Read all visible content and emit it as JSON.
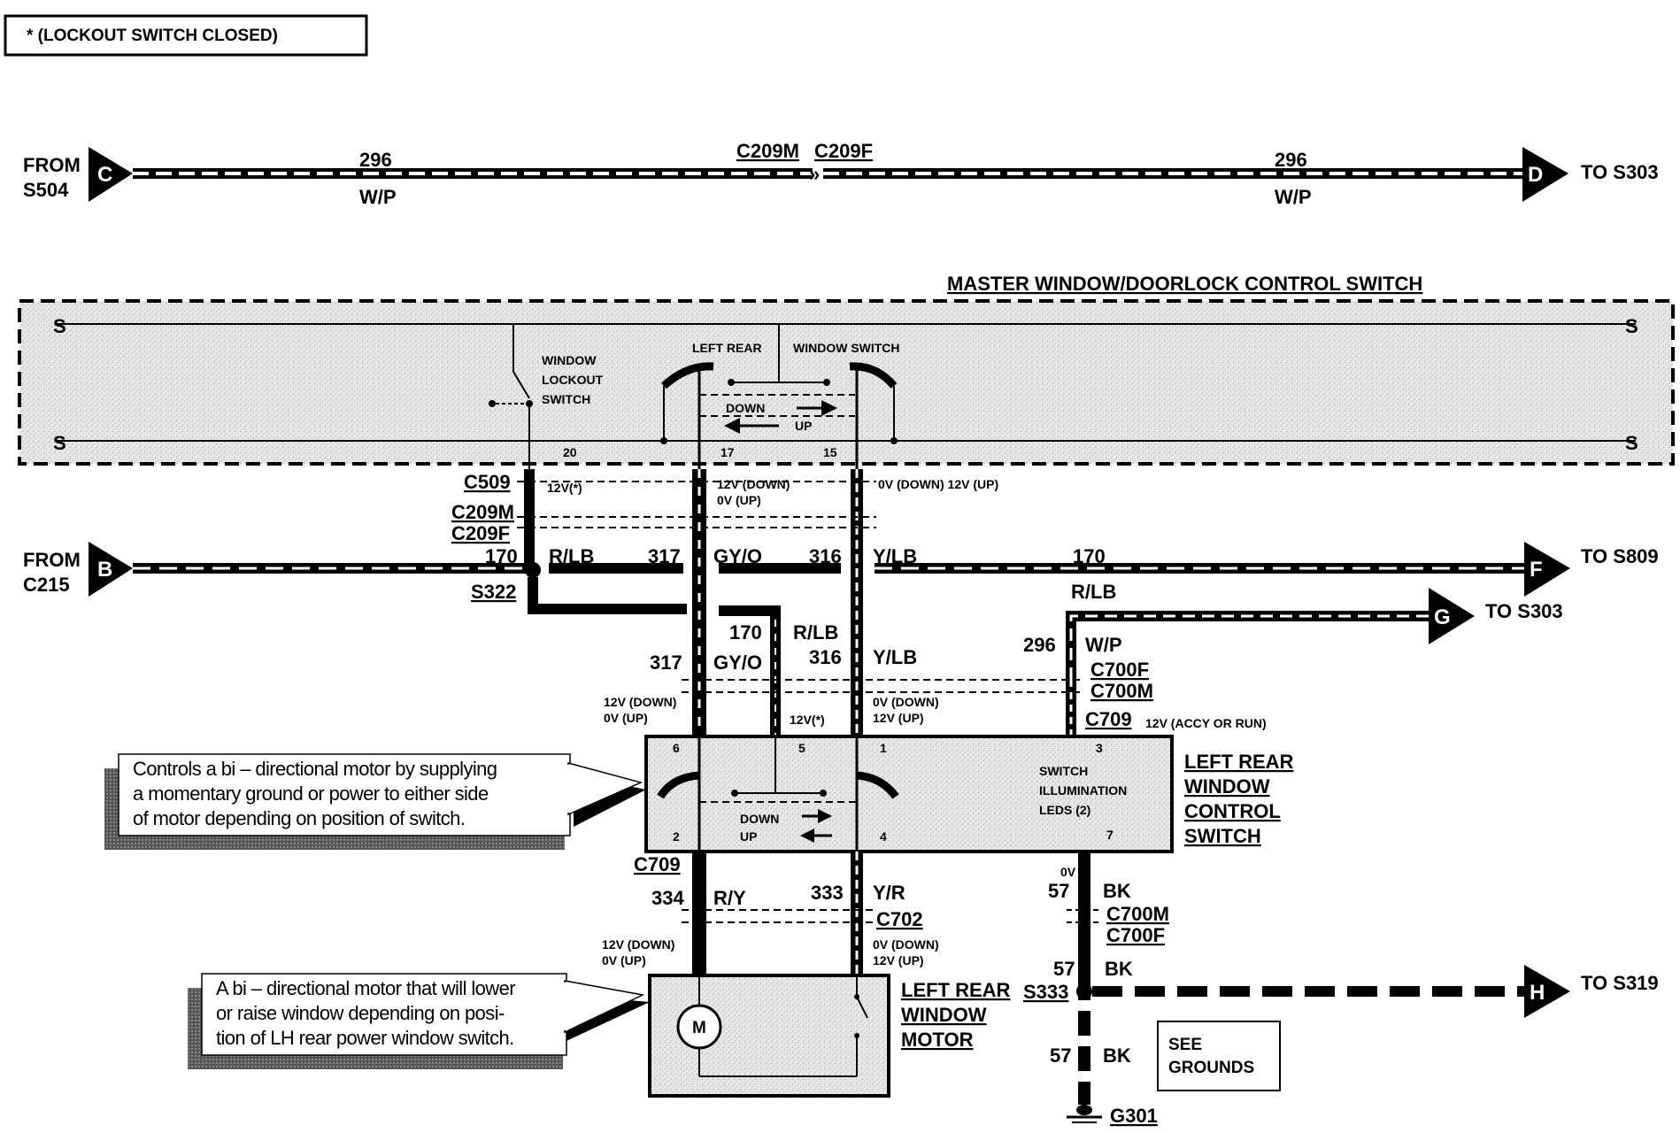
{
  "header_note": "*  (LOCKOUT SWITCH CLOSED)",
  "top_line": {
    "from_letter": "C",
    "from_line1": "FROM",
    "from_line2": "S504",
    "to_letter": "D",
    "to_label": "TO S303",
    "circuit_left": "296",
    "color_left": "W/P",
    "circuit_right": "296",
    "color_right": "W/P",
    "conn_m": "C209M",
    "conn_f": "C209F"
  },
  "master_switch": {
    "title": "MASTER WINDOW/DOORLOCK CONTROL SWITCH",
    "lockout_1": "WINDOW",
    "lockout_2": "LOCKOUT",
    "lockout_3": "SWITCH",
    "lr_label": "LEFT REAR",
    "ws_label": "WINDOW SWITCH",
    "down": "DOWN",
    "up": "UP",
    "pin_20": "20",
    "pin_17": "17",
    "pin_15": "15"
  },
  "connectors": {
    "c509": "C509",
    "c209m": "C209M",
    "c209f": "C209F",
    "s322": "S322",
    "c700f": "C700F",
    "c700m": "C700M",
    "c709_top": "C709",
    "c709_bot": "C709",
    "c702": "C702",
    "c700m_b": "C700M",
    "c700f_b": "C700F",
    "s333": "S333",
    "g301": "G301"
  },
  "voltages": {
    "v_20": "12V(*)",
    "v_17a": "12V (DOWN)",
    "v_17b": "0V (UP)",
    "v_15": "0V (DOWN) 12V (UP)",
    "v_6a": "12V (DOWN)",
    "v_6b": "0V (UP)",
    "v_5": "12V(*)",
    "v_1a": "0V (DOWN)",
    "v_1b": "12V (UP)",
    "v_3": "12V (ACCY OR RUN)",
    "v_7": "0V",
    "v_m2a": "12V (DOWN)",
    "v_m2b": "0V (UP)",
    "v_m1a": "0V (DOWN)",
    "v_m1b": "12V (UP)"
  },
  "b_line": {
    "from_letter": "B",
    "from_line1": "FROM",
    "from_line2": "C215",
    "to_letter": "F",
    "to_label": "TO S809",
    "c170": "170",
    "rlb": "R/LB",
    "c317": "317",
    "gyo": "GY/O",
    "c316": "316",
    "ylb": "Y/LB",
    "c170r": "170",
    "rlb_r": "R/LB"
  },
  "g_line": {
    "letter": "G",
    "label": "TO S303",
    "circuit": "296",
    "color": "W/P"
  },
  "mid_labels": {
    "c170": "170",
    "rlb": "R/LB",
    "c317": "317",
    "gyo": "GY/O",
    "c316": "316",
    "ylb": "Y/LB"
  },
  "control_switch": {
    "title_1": "LEFT REAR",
    "title_2": "WINDOW",
    "title_3": "CONTROL",
    "title_4": "SWITCH",
    "pin_6": "6",
    "pin_5": "5",
    "pin_1": "1",
    "pin_3": "3",
    "pin_2": "2",
    "pin_4": "4",
    "pin_7": "7",
    "down": "DOWN",
    "up": "UP",
    "illum_1": "SWITCH",
    "illum_2": "ILLUMINATION",
    "illum_3": "LEDS (2)"
  },
  "lower": {
    "c334": "334",
    "ry": "R/Y",
    "c333": "333",
    "yr": "Y/R",
    "c57a": "57",
    "bka": "BK",
    "c57b": "57",
    "bkb": "BK",
    "c57c": "57",
    "bkc": "BK",
    "h_letter": "H",
    "h_label": "TO S319",
    "see_grounds_1": "SEE",
    "see_grounds_2": "GROUNDS"
  },
  "motor": {
    "title_1": "LEFT REAR",
    "title_2": "WINDOW",
    "title_3": "MOTOR",
    "symbol": "M"
  },
  "notes": {
    "switch_1": "Controls a bi – directional motor by supplying",
    "switch_2": "a momentary ground or power to either side",
    "switch_3": "of motor depending on position of switch.",
    "motor_1": "A bi – directional motor that will lower",
    "motor_2": "or raise window depending on posi-",
    "motor_3": "tion of LH rear power window switch."
  }
}
